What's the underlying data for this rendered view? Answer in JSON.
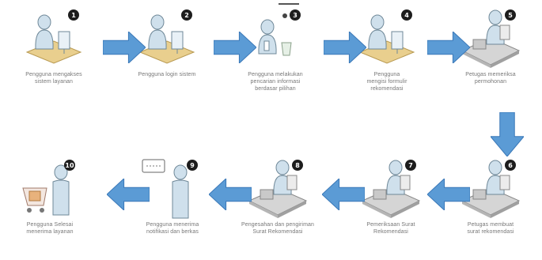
{
  "colors": {
    "arrow": "#5b9bd5",
    "arrow_edge": "#3a78b8",
    "figure": "#cfe0ec",
    "figure_edge": "#6f8898",
    "desk": "#e9cf8e",
    "desk_edge": "#b89a52",
    "platform": "#d5d5d5",
    "badge": "#1d1d1d"
  },
  "steps": [
    {
      "number": "1",
      "caption": "Pengguna mengakses\nsistem layanan",
      "icon": "user-at-desk-icon"
    },
    {
      "number": "2",
      "caption": "Pengguna login sistem",
      "icon": "user-at-desk-icon"
    },
    {
      "number": "3",
      "caption": "Pengguna melakukan\npencarian informasi\nberdasar pilihan",
      "icon": "user-with-phone-icon"
    },
    {
      "number": "4",
      "caption": "Pengguna\nmengisi formulir\nrekomendasi",
      "icon": "user-at-desk-icon"
    },
    {
      "number": "5",
      "caption": "Petugas memeriksa\npermohonan",
      "icon": "officer-at-desk-icon"
    },
    {
      "number": "6",
      "caption": "Petugas membuat\nsurat rekomendasi",
      "icon": "officer-at-desk-icon"
    },
    {
      "number": "7",
      "caption": "Pemeriksaan Surat\nRekomendasi",
      "icon": "officer-at-desk-icon"
    },
    {
      "number": "8",
      "caption": "Pengesahan dan pengiriman\nSurat Rekomendasi",
      "icon": "officer-at-desk-icon"
    },
    {
      "number": "9",
      "caption": "Pengguna menerima\nnotifikasi dan berkas",
      "icon": "standing-user-with-speech-icon"
    },
    {
      "number": "10",
      "caption": "Pengguna Selesai\nmenerima layanan",
      "icon": "user-with-cart-icon"
    }
  ]
}
